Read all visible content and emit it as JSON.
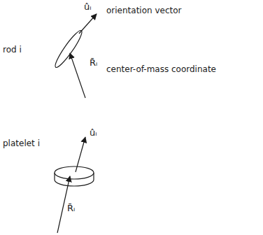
{
  "diagram": {
    "labels": [
      "rod i",
      "ûᵢ",
      "orientation vector",
      "R̄ᵢ",
      "center-of-mass coordinate",
      "platelet i",
      "ûᵢ",
      "R̄ᵢ"
    ]
  }
}
